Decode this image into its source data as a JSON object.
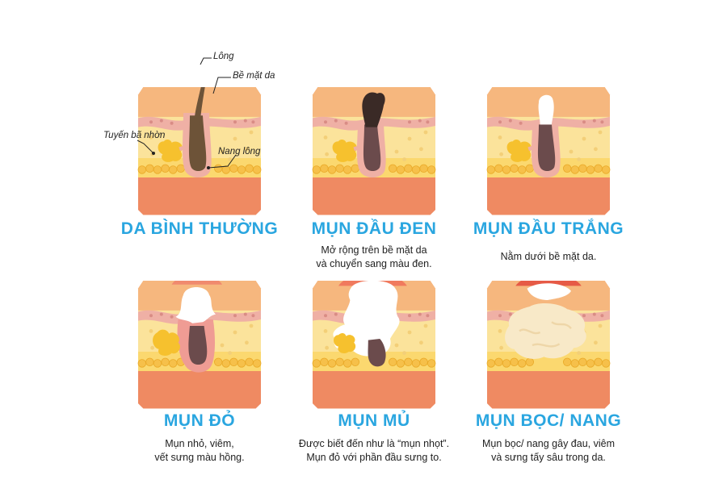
{
  "labels": {
    "hair": "Lông",
    "surface": "Bề mặt da",
    "sebaceous": "Tuyến bã nhờn",
    "follicle": "Nang lông"
  },
  "panels": [
    {
      "title": "DA BÌNH THƯỜNG",
      "desc": []
    },
    {
      "title": "MỤN ĐẦU ĐEN",
      "desc": [
        "Mở rộng trên bề mặt da",
        "và chuyển sang màu đen."
      ]
    },
    {
      "title": "MỤN ĐẦU TRẮNG",
      "desc": [
        "Nằm dưới bề mặt da."
      ]
    },
    {
      "title": "MỤN ĐỎ",
      "desc": [
        "Mụn nhỏ, viêm,",
        "vết sưng màu hồng."
      ]
    },
    {
      "title": "MỤN MỦ",
      "desc": [
        "Được biết đến như là “mụn nhọt”.",
        "Mụn đỏ với phần đầu sưng to."
      ]
    },
    {
      "title": "MỤN BỌC/ NANG",
      "desc": [
        "Mụn bọc/ nang gây đau, viêm",
        "và sưng tấy sâu trong da."
      ]
    }
  ],
  "colors": {
    "title": "#2aa6e0",
    "epidermis": "#f6b77e",
    "dermis": "#fbe39b",
    "pink_layer": "#efb0a5",
    "fat": "#f6c04a",
    "bottom": "#ef8a62",
    "follicle_fill": "#6b4b4c",
    "hair": "#6d5338",
    "gland": "#f6c12e"
  }
}
